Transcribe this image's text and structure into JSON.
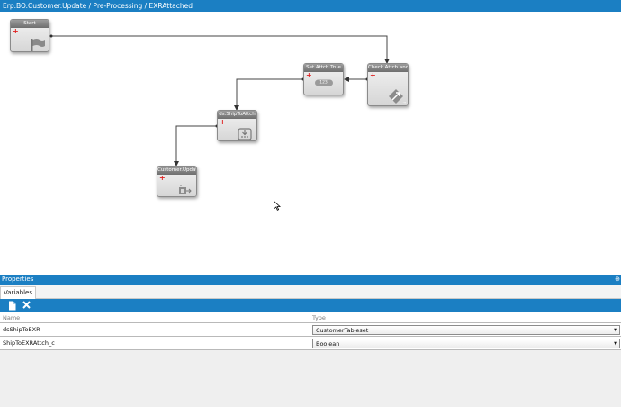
{
  "breadcrumb": "Erp.BO.Customer.Update / Pre-Processing / EXRAttached",
  "nodes": {
    "start": {
      "label": "Start"
    },
    "set_attch": {
      "label": "Set Attch True",
      "icon_text": "123"
    },
    "check_attch": {
      "label": "Check Attch and R",
      "tail": "→"
    },
    "ds_shipto": {
      "label": "ds.ShipToAttch"
    },
    "customer_update": {
      "label": "Customer.Update"
    }
  },
  "properties": {
    "title": "Properties",
    "pin": "⊕",
    "tab": "Variables",
    "columns": {
      "name": "Name",
      "type": "Type"
    },
    "rows": [
      {
        "name": "dsShipToEXR",
        "type": "CustomerTableset"
      },
      {
        "name": "ShipToEXRAttch_c",
        "type": "Boolean"
      }
    ]
  },
  "colors": {
    "accent": "#1b7fc3",
    "add": "#e02020"
  }
}
